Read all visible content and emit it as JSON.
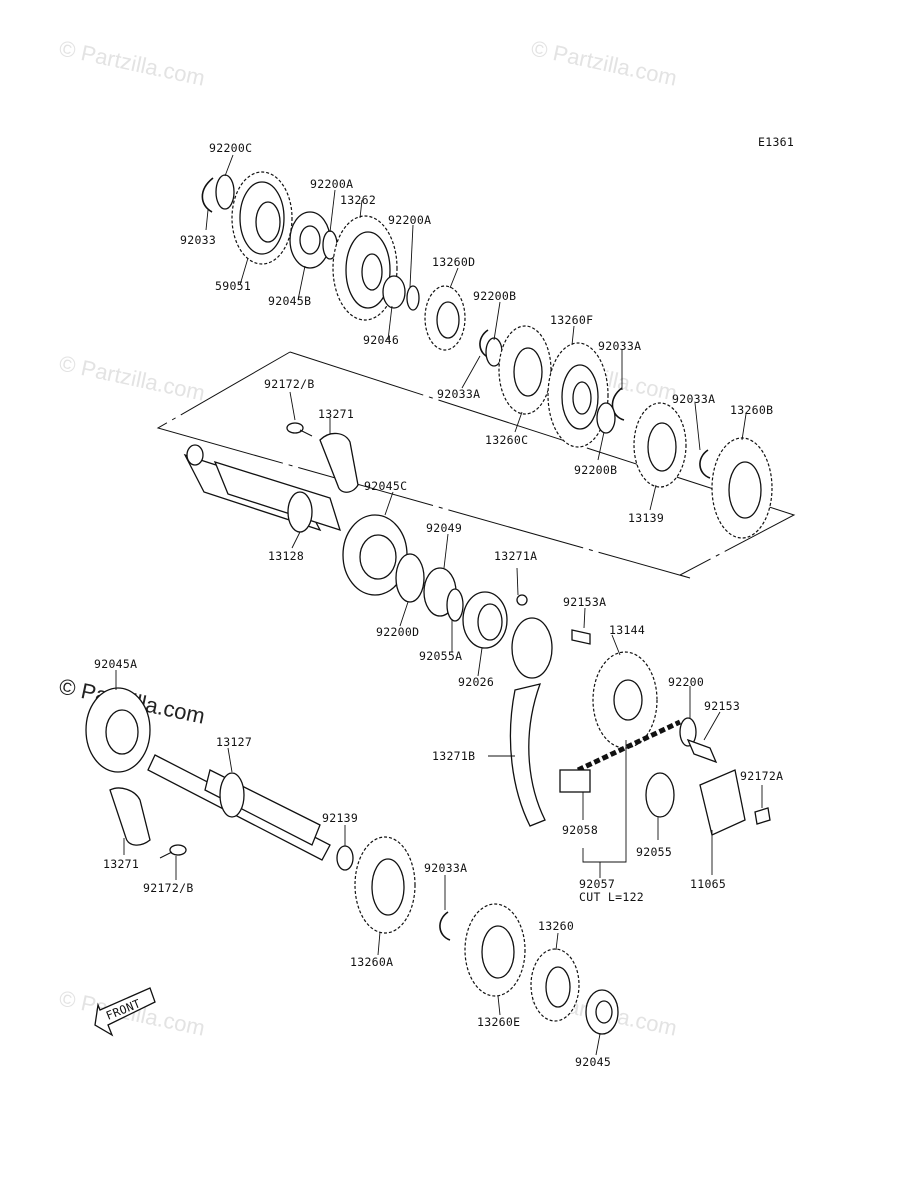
{
  "diagram_code": "E1361",
  "watermark": "© Partzilla.com",
  "front_label": "FRONT",
  "cut_note": "CUT L=122",
  "parts": [
    {
      "id": "p1",
      "label": "92200C"
    },
    {
      "id": "p2",
      "label": "92200A"
    },
    {
      "id": "p3",
      "label": "13262"
    },
    {
      "id": "p4",
      "label": "92200A"
    },
    {
      "id": "p5",
      "label": "92033"
    },
    {
      "id": "p6",
      "label": "59051"
    },
    {
      "id": "p7",
      "label": "92045B"
    },
    {
      "id": "p8",
      "label": "13260D"
    },
    {
      "id": "p9",
      "label": "92046"
    },
    {
      "id": "p10",
      "label": "92200B"
    },
    {
      "id": "p11",
      "label": "13260F"
    },
    {
      "id": "p12",
      "label": "92033A"
    },
    {
      "id": "p13",
      "label": "92033A"
    },
    {
      "id": "p14",
      "label": "13260C"
    },
    {
      "id": "p15",
      "label": "92033A"
    },
    {
      "id": "p16",
      "label": "13260B"
    },
    {
      "id": "p17",
      "label": "92200B"
    },
    {
      "id": "p18",
      "label": "13139"
    },
    {
      "id": "p19",
      "label": "92172/B"
    },
    {
      "id": "p20",
      "label": "13271"
    },
    {
      "id": "p21",
      "label": "92045C"
    },
    {
      "id": "p22",
      "label": "92049"
    },
    {
      "id": "p23",
      "label": "13128"
    },
    {
      "id": "p24",
      "label": "13271A"
    },
    {
      "id": "p25",
      "label": "92153A"
    },
    {
      "id": "p26",
      "label": "92200D"
    },
    {
      "id": "p27",
      "label": "13144"
    },
    {
      "id": "p28",
      "label": "92055A"
    },
    {
      "id": "p29",
      "label": "92026"
    },
    {
      "id": "p30",
      "label": "92200"
    },
    {
      "id": "p31",
      "label": "92045A"
    },
    {
      "id": "p32",
      "label": "92153"
    },
    {
      "id": "p33",
      "label": "13127"
    },
    {
      "id": "p34",
      "label": "13271B"
    },
    {
      "id": "p35",
      "label": "92172A"
    },
    {
      "id": "p36",
      "label": "92139"
    },
    {
      "id": "p37",
      "label": "92058"
    },
    {
      "id": "p38",
      "label": "92055"
    },
    {
      "id": "p39",
      "label": "13271"
    },
    {
      "id": "p40",
      "label": "92172/B"
    },
    {
      "id": "p41",
      "label": "92033A"
    },
    {
      "id": "p42",
      "label": "92057"
    },
    {
      "id": "p43",
      "label": "11065"
    },
    {
      "id": "p44",
      "label": "13260A"
    },
    {
      "id": "p45",
      "label": "13260"
    },
    {
      "id": "p46",
      "label": "13260E"
    },
    {
      "id": "p47",
      "label": "92045"
    }
  ]
}
